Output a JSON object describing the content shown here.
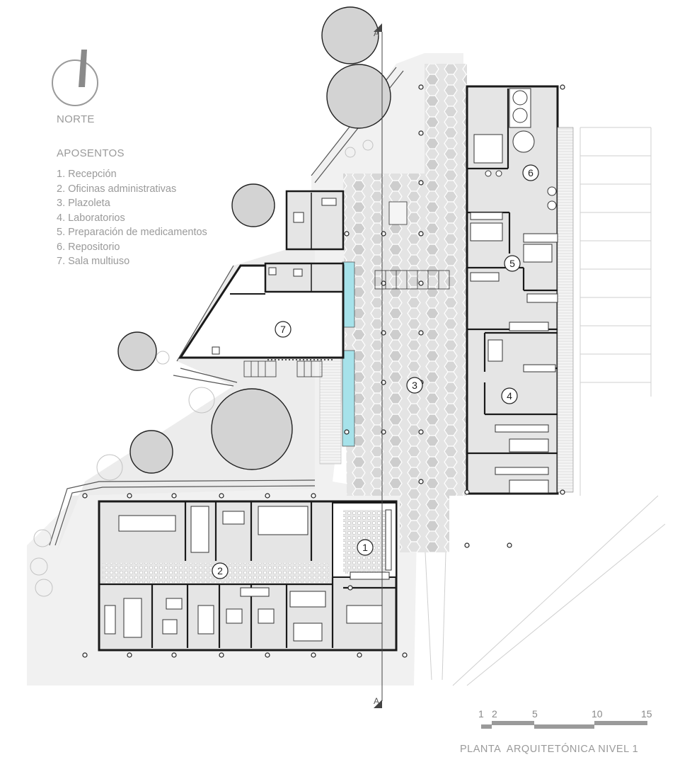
{
  "north": {
    "label": "NORTE",
    "icon": "north-arrow-icon"
  },
  "legend": {
    "title": "APOSENTOS",
    "items": [
      "1. Recepción",
      "2. Oficinas administrativas",
      "3. Plazoleta",
      "4. Laboratorios",
      "5. Preparación de medicamentos",
      "6. Repositorio",
      "7. Sala multiuso"
    ]
  },
  "room_numbers": [
    "1",
    "2",
    "3",
    "4",
    "5",
    "6",
    "7"
  ],
  "section_cut": {
    "top": "A",
    "bottom": "A"
  },
  "scale_bar": {
    "ticks": [
      "1",
      "2",
      "5",
      "10",
      "15"
    ]
  },
  "plan_title": "PLANTA  ARQUITETÓNICA NIVEL 1",
  "colors": {
    "wall": "#1a1a1a",
    "floor": "#e6e6e6",
    "ground": "#f0f0f0",
    "hex_light": "#d8d8d8",
    "hex_mid": "#c8c8c8",
    "water": "#a6e2ea",
    "tree": "#d4d4d4",
    "text": "#9a9a9a"
  }
}
